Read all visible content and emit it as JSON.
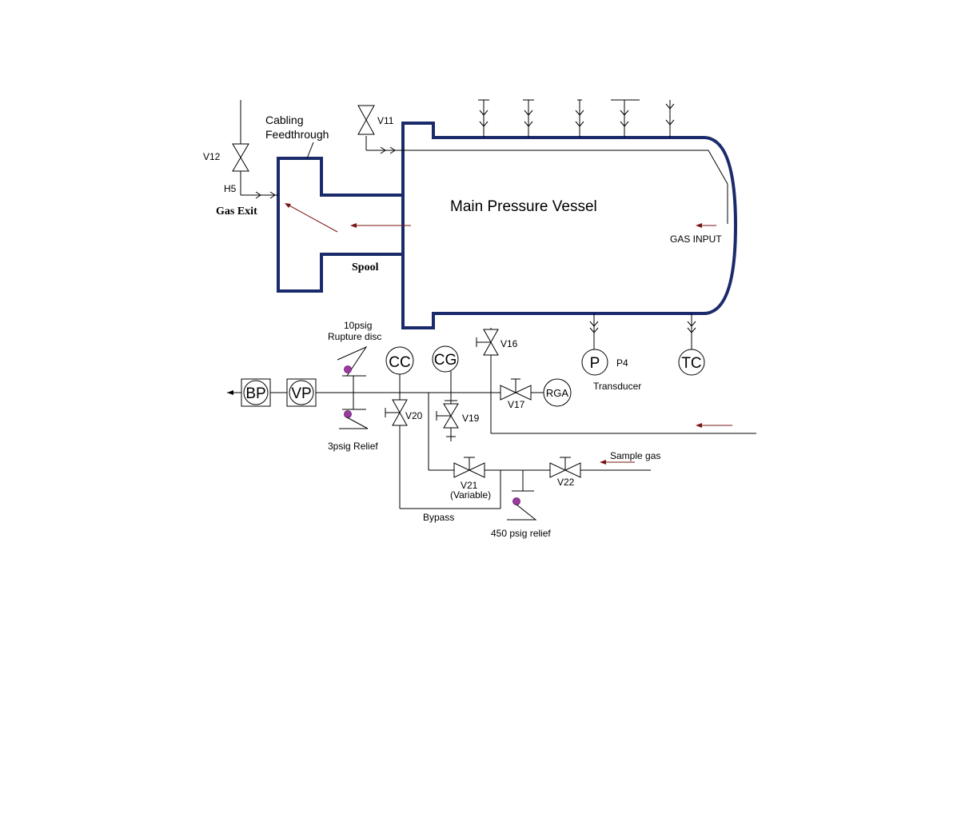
{
  "labels": {
    "title": "Main Pressure Vessel",
    "cabling_line1": "Cabling",
    "cabling_line2": "Feedthrough",
    "gas_exit": "Gas Exit",
    "gas_input": "GAS INPUT",
    "spool": "Spool",
    "h5": "H5",
    "v11": "V11",
    "v12": "V12",
    "v16": "V16",
    "v17": "V17",
    "v19": "V19",
    "v20": "V20",
    "v21": "V21",
    "v21_note": "(Variable)",
    "v22": "V22",
    "p4": "P4",
    "transducer": "Transducer",
    "rupture_line1": "10psig",
    "rupture_line2": "Rupture disc",
    "relief_3psig": "3psig Relief",
    "relief_450psig": "450 psig relief",
    "bypass": "Bypass",
    "sample_gas": "Sample gas"
  },
  "instruments": {
    "bp": "BP",
    "vp": "VP",
    "cc": "CC",
    "cg": "CG",
    "p": "P",
    "tc": "TC",
    "rga": "RGA"
  },
  "colors": {
    "vessel_outline": "#1b2a6b",
    "flow_arrow": "#7a1515",
    "relief_dot": "#9b3aa0"
  }
}
